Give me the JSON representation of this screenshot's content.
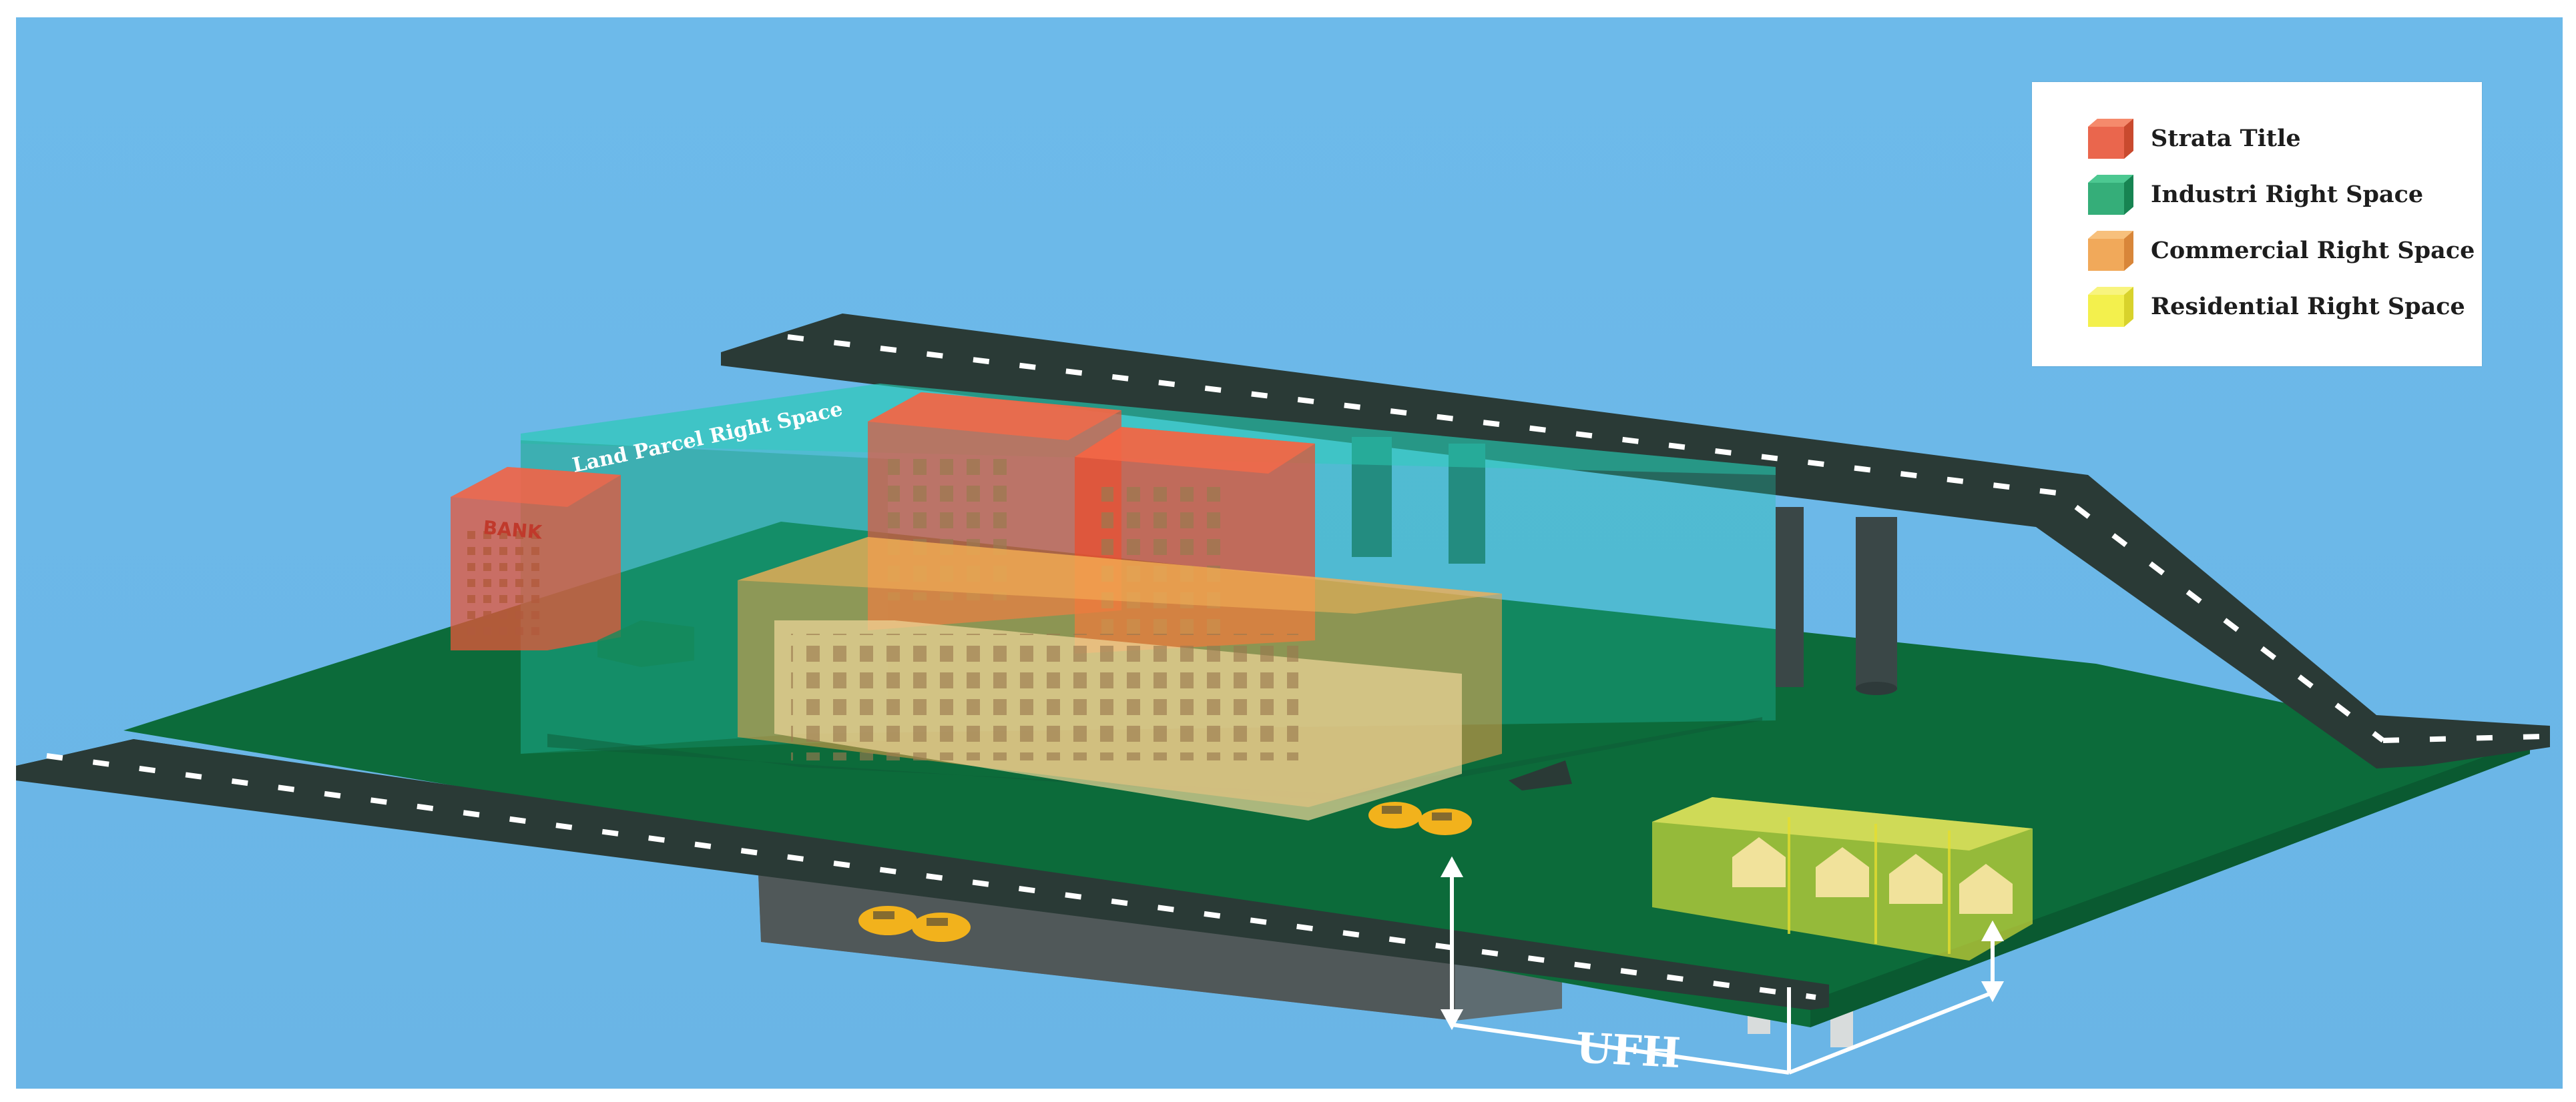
{
  "scene": {
    "sky_color": "#6db9ea",
    "ground_color": "#0c6b3a",
    "road_color": "#2a3a36",
    "land_parcel_label": "Land Parcel Right Space",
    "ufh_label": "UFH",
    "bank_sign": "BANK"
  },
  "legend": {
    "items": [
      {
        "label": "Strata Title",
        "color": "#e8553a",
        "icon": "red-cube-icon"
      },
      {
        "label": "Industri Right Space",
        "color": "#1fa56a",
        "icon": "green-cube-icon"
      },
      {
        "label": "Commercial Right Space",
        "color": "#f0a048",
        "icon": "orange-cube-icon"
      },
      {
        "label": "Residential Right Space",
        "color": "#f2ee3a",
        "icon": "yellow-cube-icon"
      }
    ]
  }
}
